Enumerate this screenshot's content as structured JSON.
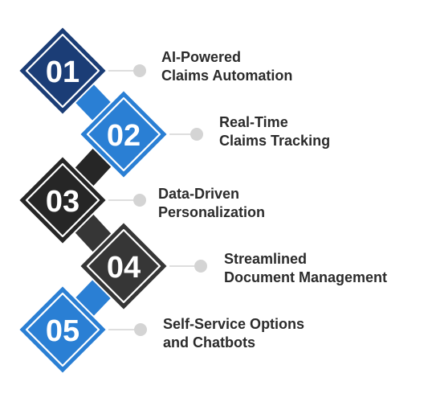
{
  "colors": {
    "step_01": "#1b3d76",
    "step_02": "#2a7fd4",
    "step_03": "#262626",
    "step_04": "#363636",
    "step_05": "#2a7fd4",
    "connector_dot": "#d4d4d4",
    "label_text": "#2b2b2b"
  },
  "steps": [
    {
      "number": "01",
      "line1": "AI-Powered",
      "line2": "Claims Automation"
    },
    {
      "number": "02",
      "line1": "Real-Time",
      "line2": "Claims Tracking"
    },
    {
      "number": "03",
      "line1": "Data-Driven",
      "line2": "Personalization"
    },
    {
      "number": "04",
      "line1": "Streamlined",
      "line2": "Document Management"
    },
    {
      "number": "05",
      "line1": "Self-Service Options",
      "line2": "and Chatbots"
    }
  ]
}
